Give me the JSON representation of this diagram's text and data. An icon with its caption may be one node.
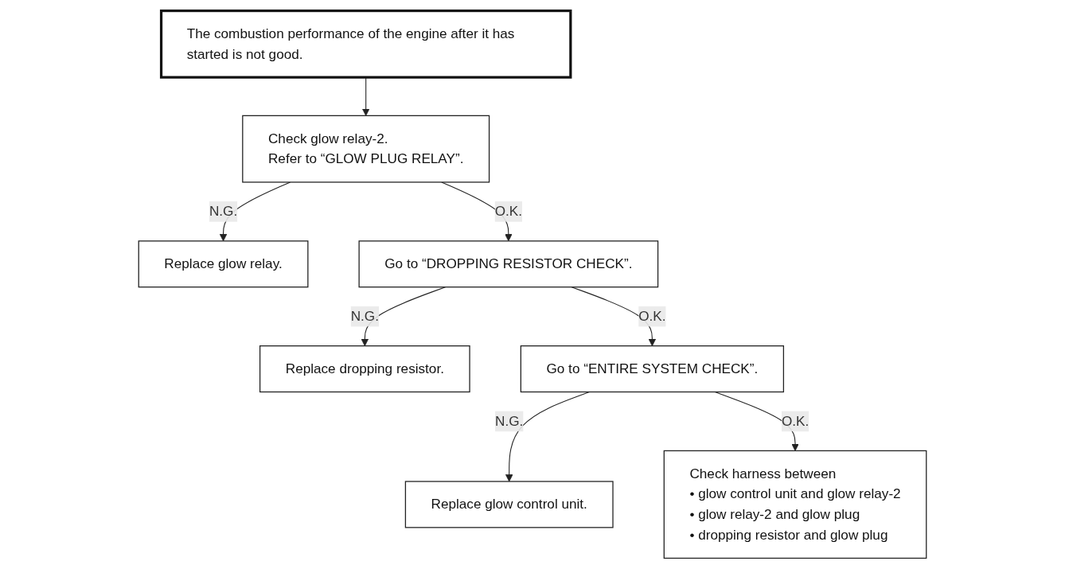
{
  "diagram": {
    "nodes": [
      {
        "text": [
          "The combustion performance of the engine after it has started is not good."
        ]
      },
      {
        "text": [
          "Check glow relay-2.",
          "Refer to “GLOW PLUG RELAY”."
        ]
      },
      {
        "text": [
          "Replace glow relay."
        ]
      },
      {
        "text": [
          "Go to “DROPPING RESISTOR CHECK”."
        ]
      },
      {
        "text": [
          "Replace dropping resistor."
        ]
      },
      {
        "text": [
          "Go to “ENTIRE SYSTEM CHECK”."
        ]
      },
      {
        "text": [
          "Replace glow control unit."
        ]
      },
      {
        "text": [
          "Check harness between",
          "• glow control unit and glow relay-2",
          "• glow relay-2 and glow plug",
          "• dropping resistor and glow plug"
        ]
      }
    ],
    "edges": [
      {
        "from": 0,
        "to": 1,
        "arrow": "to"
      },
      {
        "from": 1,
        "to": 2,
        "arrow": "to",
        "label": "N.G."
      },
      {
        "from": 1,
        "to": 3,
        "arrow": "to",
        "label": "O.K."
      },
      {
        "from": 3,
        "to": 4,
        "arrow": "to",
        "label": "N.G."
      },
      {
        "from": 3,
        "to": 5,
        "arrow": "to",
        "label": "O.K."
      },
      {
        "from": 5,
        "to": 6,
        "arrow": "to",
        "label": "N.G."
      },
      {
        "from": 5,
        "to": 7,
        "arrow": "to",
        "label": "O.K."
      }
    ]
  }
}
